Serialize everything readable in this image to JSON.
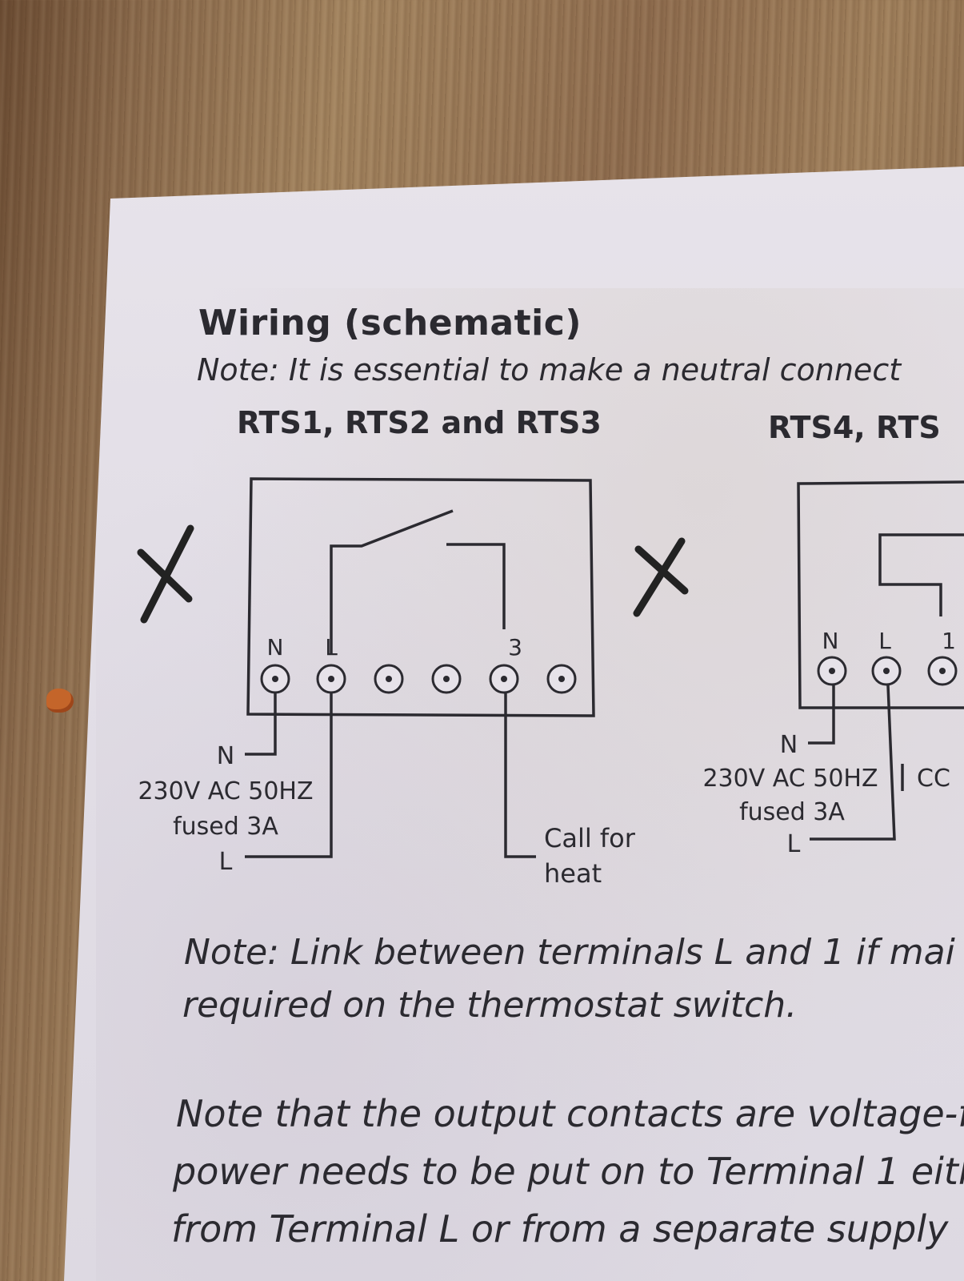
{
  "title": "Wiring (schematic)",
  "note_neutral": "Note: It is essential to make a neutral connect",
  "left_heading": "RTS1, RTS2 and RTS3",
  "right_heading": "RTS4, RTS",
  "left_diagram": {
    "terminal_labels": [
      "N",
      "L",
      "3"
    ],
    "terminal_count": 6,
    "neutral_label": "N",
    "supply_line1": "230V AC 50HZ",
    "supply_line2": "fused 3A",
    "live_label": "L",
    "output_line1": "Call for",
    "output_line2": "heat"
  },
  "right_diagram": {
    "terminal_labels": [
      "N",
      "L",
      "1"
    ],
    "neutral_label": "N",
    "supply_line1": "230V AC 50HZ",
    "supply_line2": "fused 3A",
    "live_label": "L",
    "extra_label": "CC"
  },
  "note_link_line1": "Note: Link between terminals L and 1 if mai",
  "note_link_line2": "required on the thermostat switch.",
  "note_output_line1": "Note that the output contacts are voltage-f",
  "note_output_line2": "power needs to be put on to Terminal 1 eith",
  "note_output_line3": "from Terminal L or from a separate supply",
  "marks": [
    "cross-mark",
    "cross-mark"
  ]
}
